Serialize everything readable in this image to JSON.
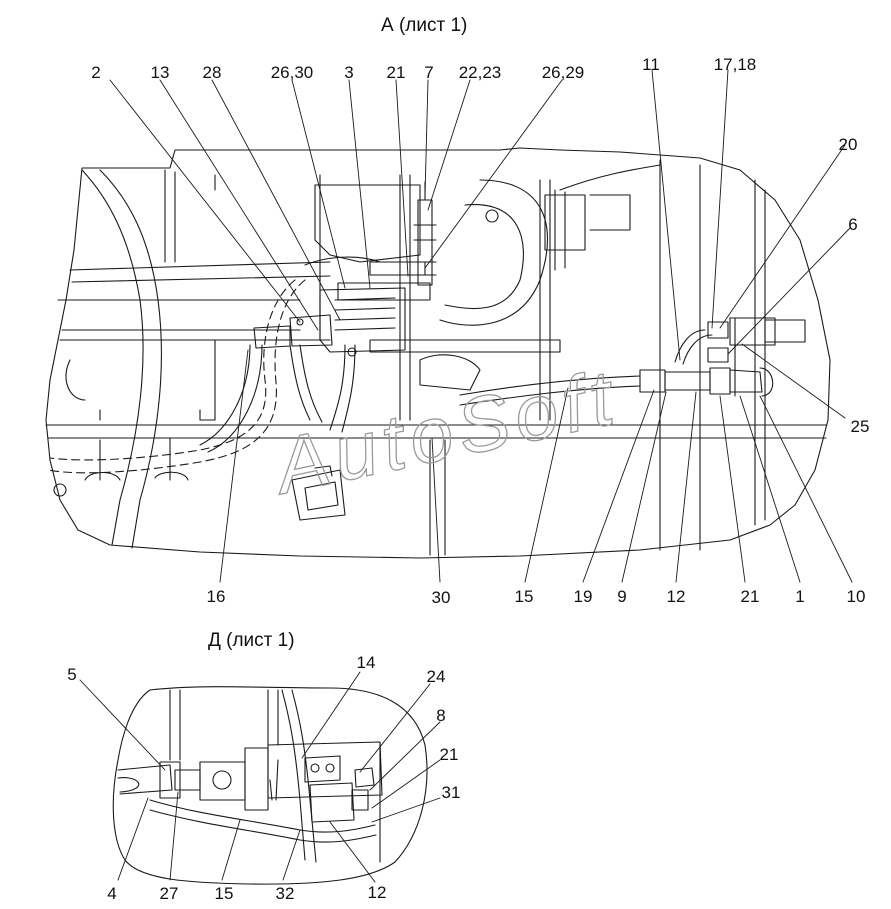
{
  "views": {
    "view_a_title": "А (лист 1)",
    "view_d_title": "Д (лист 1)"
  },
  "callouts_a": [
    "2",
    "13",
    "28",
    "26,30",
    "3",
    "21",
    "7",
    "22,23",
    "26,29",
    "11",
    "17,18",
    "20",
    "6",
    "25",
    "16",
    "30",
    "15",
    "19",
    "9",
    "12",
    "21",
    "1",
    "10"
  ],
  "callouts_d": [
    "5",
    "14",
    "24",
    "8",
    "21",
    "31",
    "4",
    "27",
    "15",
    "32",
    "12"
  ],
  "watermark": "AutoSoft",
  "colors": {
    "line": "#1a1a1a",
    "text": "#111111",
    "watermark": "#9a9a9a"
  }
}
